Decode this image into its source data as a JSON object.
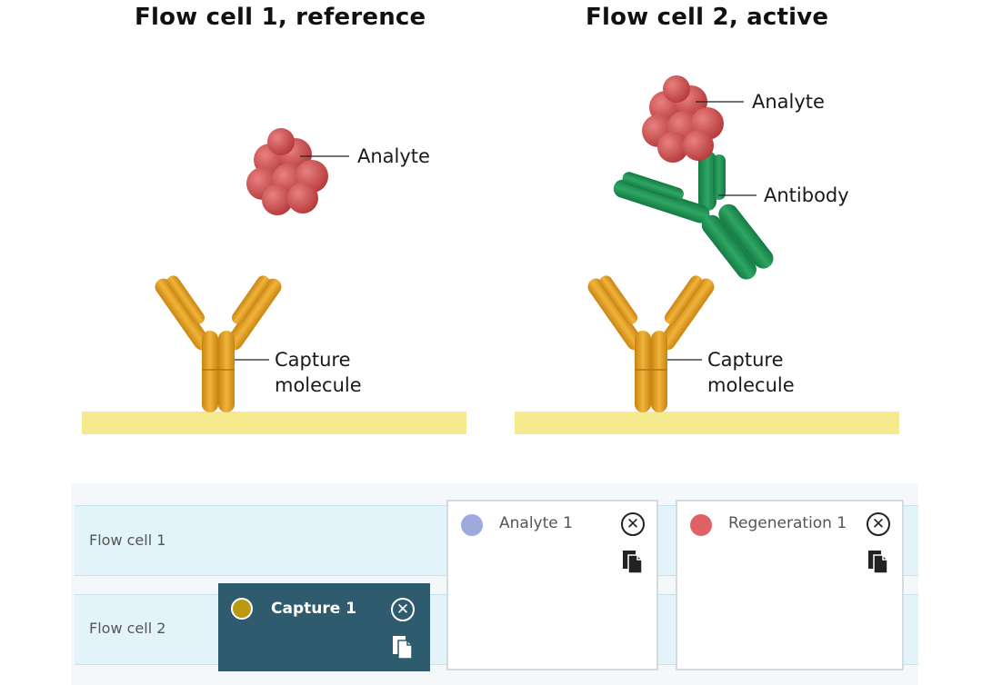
{
  "panels": {
    "reference": {
      "title": "Flow cell 1, reference",
      "analyte_label": "Analyte",
      "capture_label_line1": "Capture",
      "capture_label_line2": "molecule"
    },
    "active": {
      "title": "Flow cell 2, active",
      "analyte_label": "Analyte",
      "antibody_label": "Antibody",
      "capture_label_line1": "Capture",
      "capture_label_line2": "molecule"
    }
  },
  "colors": {
    "analyte": "#c84848",
    "antibody": "#1f8a52",
    "capture": "#d99a1f",
    "surface": "#f5ea8d"
  },
  "ui": {
    "rows": [
      {
        "label": "Flow cell 1"
      },
      {
        "label": "Flow cell 2"
      }
    ],
    "cards": {
      "analyte": {
        "label": "Analyte 1",
        "dot_color": "#9eaade"
      },
      "regeneration": {
        "label": "Regeneration 1",
        "dot_color": "#e06068"
      },
      "capture": {
        "label": "Capture 1",
        "dot_color": "#b99a10"
      }
    },
    "close_glyph": "✕"
  }
}
